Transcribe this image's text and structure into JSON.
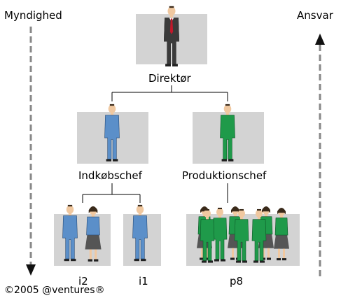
{
  "side_labels": {
    "left": "Myndighed",
    "right": "Ansvar"
  },
  "nodes": {
    "director": "Direktør",
    "purchasing": "Indkøbschef",
    "production": "Produktionschef",
    "i2": "i2",
    "i1": "i1",
    "p8": "p8"
  },
  "copyright": "©2005 @ventures®",
  "colors": {
    "box": "#d3d3d3",
    "director_suit": "#3a3a3a",
    "director_tie": "#c0182a",
    "purchasing_suit": "#5b8fc9",
    "production_suit": "#1f9a4a",
    "skirt": "#555555",
    "skin": "#f0c8a0",
    "hair": "#3a2a1a"
  },
  "icons": [
    "arrow-down-icon",
    "arrow-up-icon",
    "person-icon"
  ]
}
